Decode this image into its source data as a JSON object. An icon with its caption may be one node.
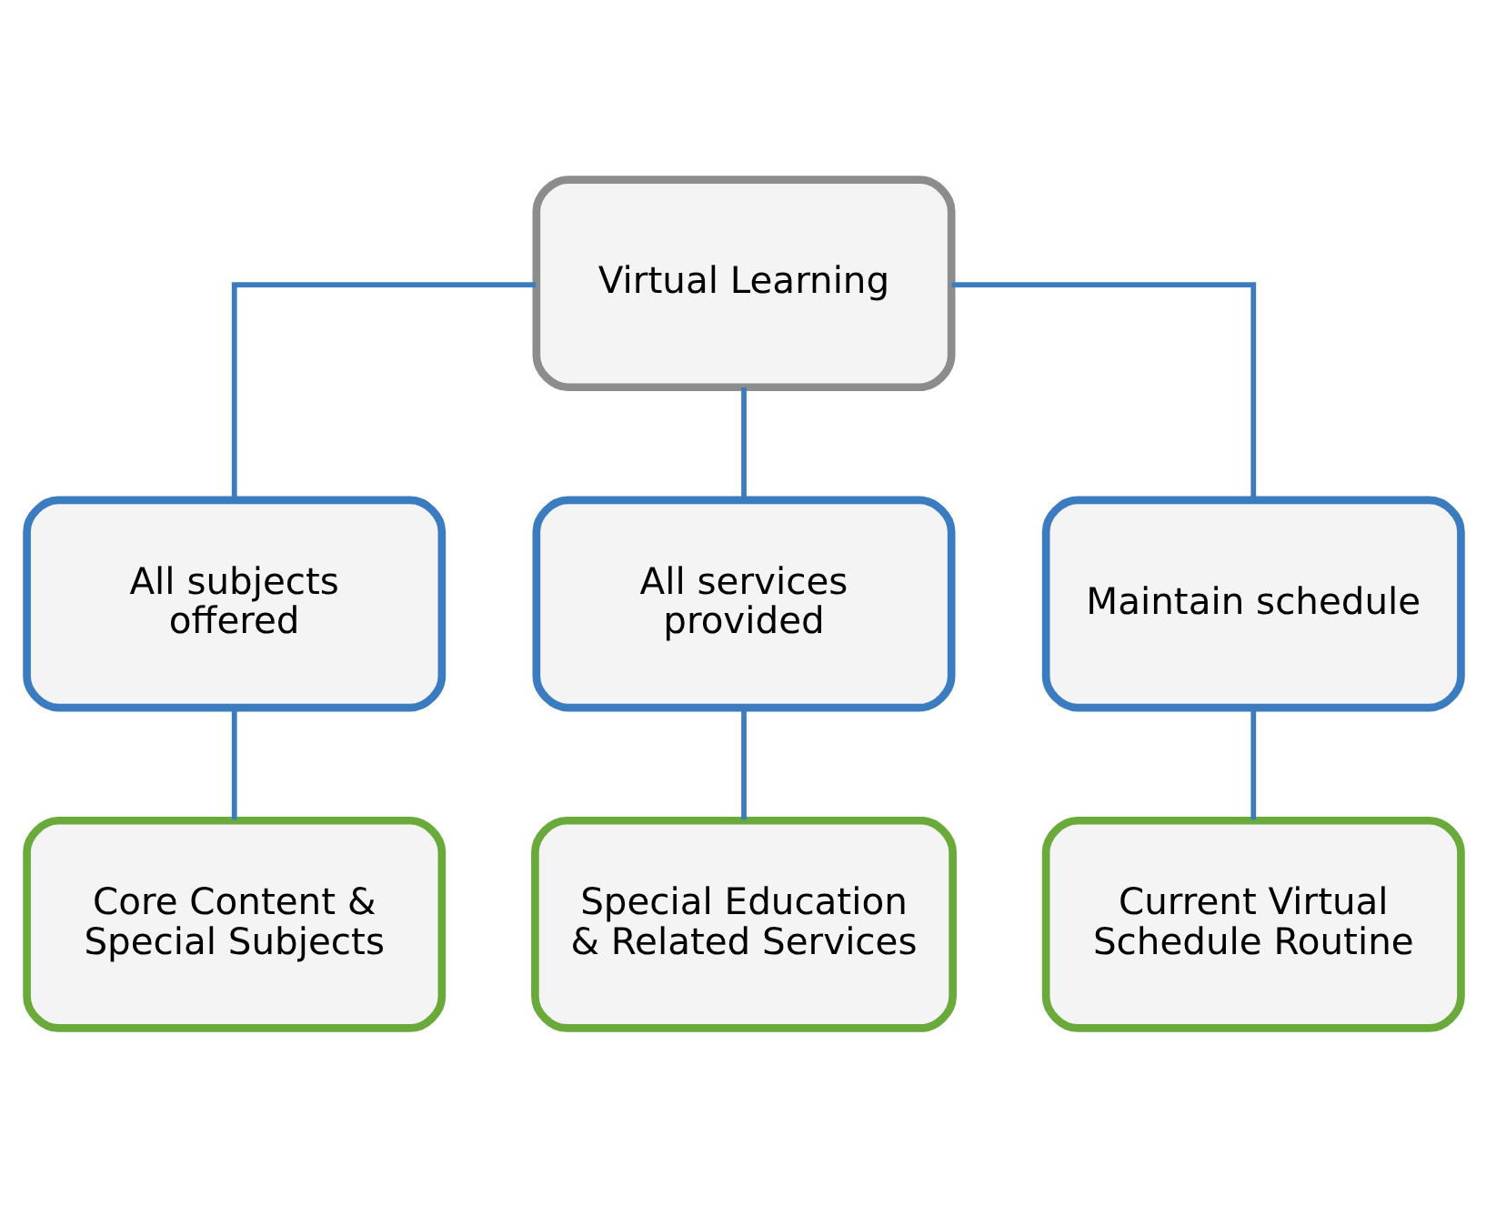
{
  "diagram": {
    "nodes": [
      {
        "text": [
          "Virtual Learning"
        ]
      },
      {
        "text": [
          "All subjects offered"
        ]
      },
      {
        "text": [
          "All services provided"
        ]
      },
      {
        "text": [
          "Maintain schedule"
        ]
      },
      {
        "text": [
          "Core Content & Special Subjects"
        ]
      },
      {
        "text": [
          "Special Education & Related Services"
        ]
      },
      {
        "text": [
          "Current Virtual Schedule Routine"
        ]
      }
    ],
    "edges": [
      {
        "from": 0,
        "to": 1,
        "arrow": "none"
      },
      {
        "from": 0,
        "to": 2,
        "arrow": "none"
      },
      {
        "from": 0,
        "to": 3,
        "arrow": "none"
      },
      {
        "from": 1,
        "to": 4,
        "arrow": "none"
      },
      {
        "from": 2,
        "to": 5,
        "arrow": "none"
      },
      {
        "from": 3,
        "to": 6,
        "arrow": "none"
      }
    ]
  }
}
